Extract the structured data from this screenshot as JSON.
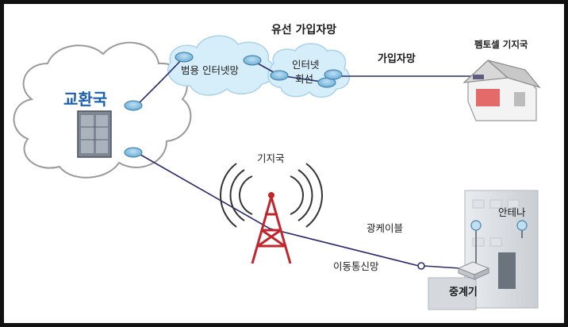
{
  "labels": {
    "exchange": "교환국",
    "wired_access": "유선 가입자망",
    "public_internet": "범용 인터넷망",
    "internet_line_1": "인터넷",
    "internet_line_2": "회선",
    "access_network": "가입자망",
    "femtocell": "펨토셀 기지국",
    "base_station": "기지국",
    "optical_cable": "광케이블",
    "mobile_network": "이동통신망",
    "antenna": "안테나",
    "repeater": "중계기"
  },
  "colors": {
    "exchange_text": "#1a5fb4",
    "cloud_fill": "#ffffff",
    "blue_cloud_fill": "#d6eef9",
    "tower": "#c0272d",
    "line": "#2b2d6e",
    "router": "#8cc8e8"
  },
  "icons": [
    "router-icon",
    "server-rack-icon",
    "house-icon",
    "tower-icon",
    "building-icon",
    "antenna-icon",
    "repeater-device-icon"
  ]
}
